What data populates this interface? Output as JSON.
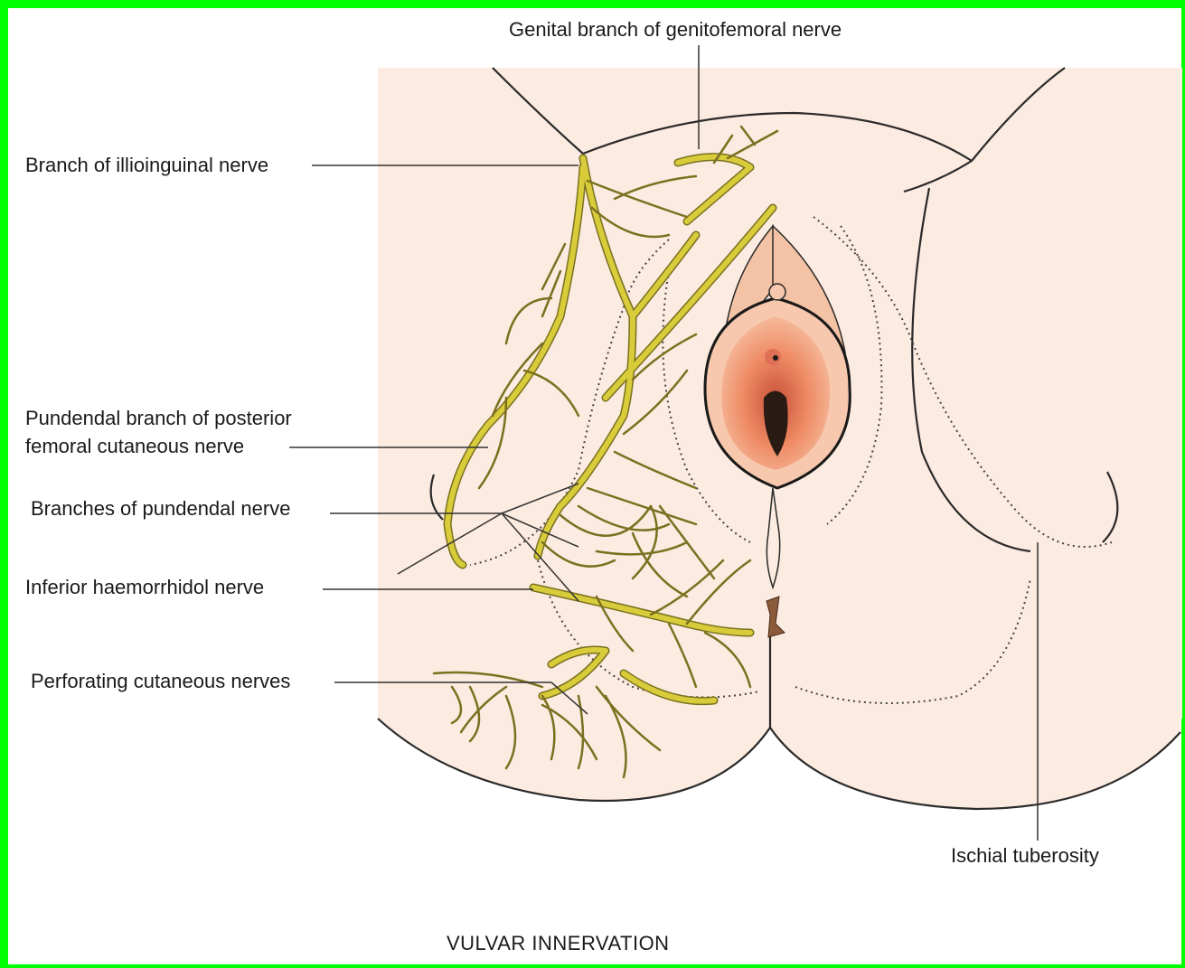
{
  "labels": {
    "genital_branch": "Genital branch of genitofemoral nerve",
    "illioinguinal": "Branch of illioinguinal nerve",
    "pundendal_branch_line1": "Pundendal branch of posterior",
    "pundendal_branch_line2": "femoral cutaneous nerve",
    "branches_pundendal": "Branches of pundendal nerve",
    "inferior_haemorrhidol": "Inferior haemorrhidol nerve",
    "perforating": "Perforating cutaneous nerves",
    "ischial": "Ischial tuberosity"
  },
  "caption": "VULVAR INNERVATION",
  "colors": {
    "frame": "#00ff00",
    "skin": "#fcebe0",
    "nerve": "#d9cc3a",
    "nerve_outline": "#7a7020",
    "mucosa": "#f0a07a",
    "outline": "#2a2a2a"
  }
}
